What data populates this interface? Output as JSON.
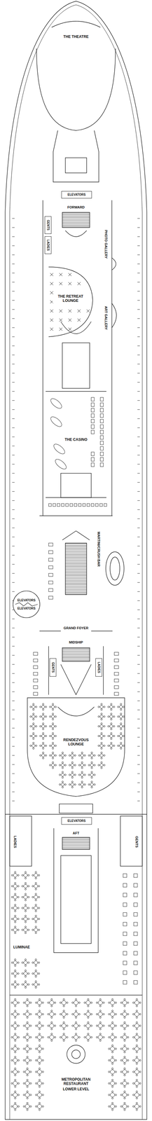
{
  "diagram": {
    "nodes": [
      {
        "text": [
          "THE THEATRE"
        ]
      },
      {
        "text": [
          "ELEVATORS"
        ]
      },
      {
        "text": [
          "GENTS"
        ]
      },
      {
        "text": [
          "LADIES"
        ]
      },
      {
        "text": [
          "PHOTO GALLERY"
        ]
      },
      {
        "text": [
          "THE RETREAT LOUNGE"
        ]
      },
      {
        "text": [
          "ART GALLERY"
        ]
      },
      {
        "text": [
          "THE CASINO"
        ]
      },
      {
        "text": [
          "MARTINI/CRUSH BAR"
        ]
      },
      {
        "text": [
          "ELEVATORS",
          "ELEVATORS"
        ]
      },
      {
        "text": [
          "GENTS"
        ]
      },
      {
        "text": [
          "LADIES"
        ]
      },
      {
        "text": [
          "RENDEZVOUS LOUNGE"
        ]
      },
      {
        "text": [
          "ELEVATORS"
        ]
      },
      {
        "text": [
          "LADIES"
        ]
      },
      {
        "text": [
          "GENTS"
        ]
      },
      {
        "text": [
          "LUMINAE"
        ]
      },
      {
        "text": [
          "METROPOLITAN RESTAURANT",
          "LOWER LEVEL"
        ]
      }
    ],
    "labels": [
      "FORWARD",
      "GRAND FOYER",
      "MIDSHIP",
      "AFT"
    ]
  }
}
